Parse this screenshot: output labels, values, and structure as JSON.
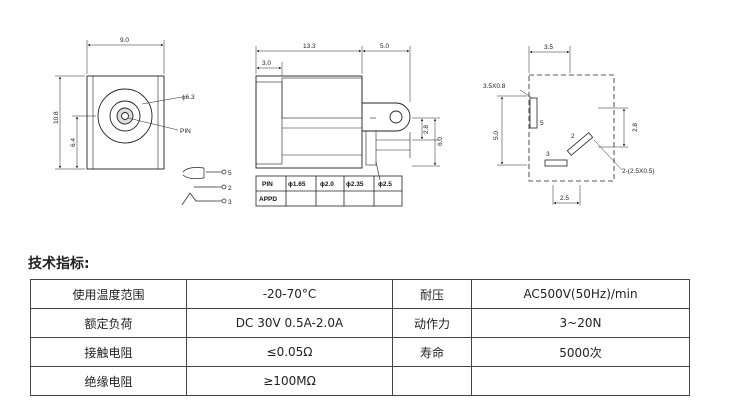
{
  "drawing": {
    "front_view": {
      "width_dim": "9.0",
      "height_dim": "10.8",
      "inner_height_dim": "6.4",
      "hole_dia": "ϕ6.3",
      "pin_label": "PIN"
    },
    "terminal_legend": [
      "5",
      "2",
      "3"
    ],
    "side_view": {
      "total_length": "13.3",
      "tab_length": "5.0",
      "front_offset": "3.0",
      "small_height": "2.8",
      "height": "6.0"
    },
    "pin_table": {
      "rows": [
        [
          "PIN",
          "ϕ1.65",
          "ϕ2.0",
          "ϕ2.35",
          "ϕ2.5"
        ],
        [
          "APPD",
          "",
          "",
          "",
          ""
        ]
      ]
    },
    "pcb_view": {
      "top_dim": "3.5",
      "slot_label": "3.5X0.8",
      "slot_num": "5",
      "height_dim": "5.0",
      "right_dim": "2.8",
      "pad2_num": "2",
      "pad3_num": "3",
      "pad_label": "2-(2.5X0.5)",
      "bottom_dim": "2.5"
    }
  },
  "specs": {
    "title": "技术指标:",
    "rows": [
      [
        "使用温度范围",
        "-20-70°C",
        "耐压",
        "AC500V(50Hz)/min"
      ],
      [
        "额定负荷",
        "DC 30V 0.5A-2.0A",
        "动作力",
        "3~20N"
      ],
      [
        "接触电阻",
        "≤0.05Ω",
        "寿命",
        "5000次"
      ],
      [
        "绝缘电阻",
        "≥100MΩ",
        "",
        ""
      ]
    ]
  }
}
